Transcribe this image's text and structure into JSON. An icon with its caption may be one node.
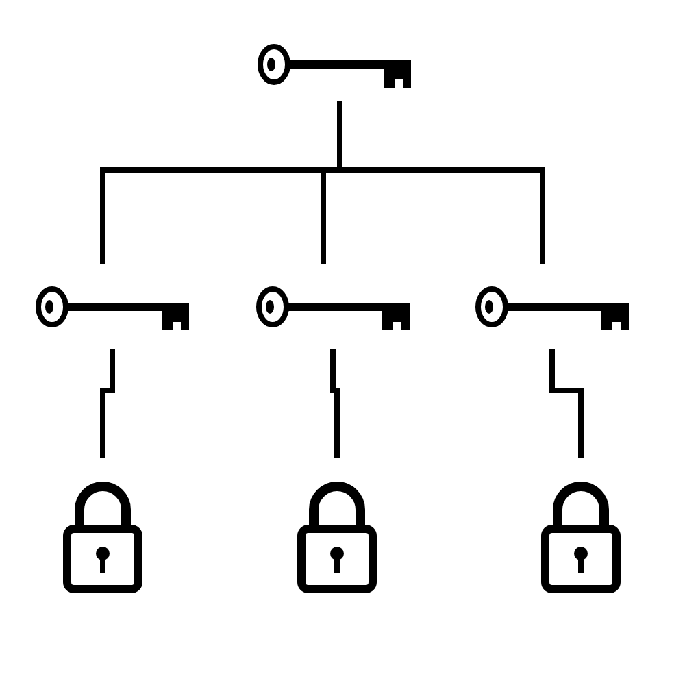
{
  "diagram": {
    "nodes": [
      {
        "text": [],
        "shape": "key"
      },
      {
        "text": [],
        "shape": "key"
      },
      {
        "text": [],
        "shape": "key"
      },
      {
        "text": [],
        "shape": "key"
      },
      {
        "text": [],
        "shape": "padlock"
      },
      {
        "text": [],
        "shape": "padlock"
      },
      {
        "text": [],
        "shape": "padlock"
      }
    ],
    "edges": [
      {
        "from": 0,
        "to": 1,
        "arrow": "none"
      },
      {
        "from": 0,
        "to": 2,
        "arrow": "none"
      },
      {
        "from": 0,
        "to": 3,
        "arrow": "none"
      },
      {
        "from": 1,
        "to": 4,
        "arrow": "none"
      },
      {
        "from": 2,
        "to": 5,
        "arrow": "none"
      },
      {
        "from": 3,
        "to": 6,
        "arrow": "none"
      }
    ]
  }
}
